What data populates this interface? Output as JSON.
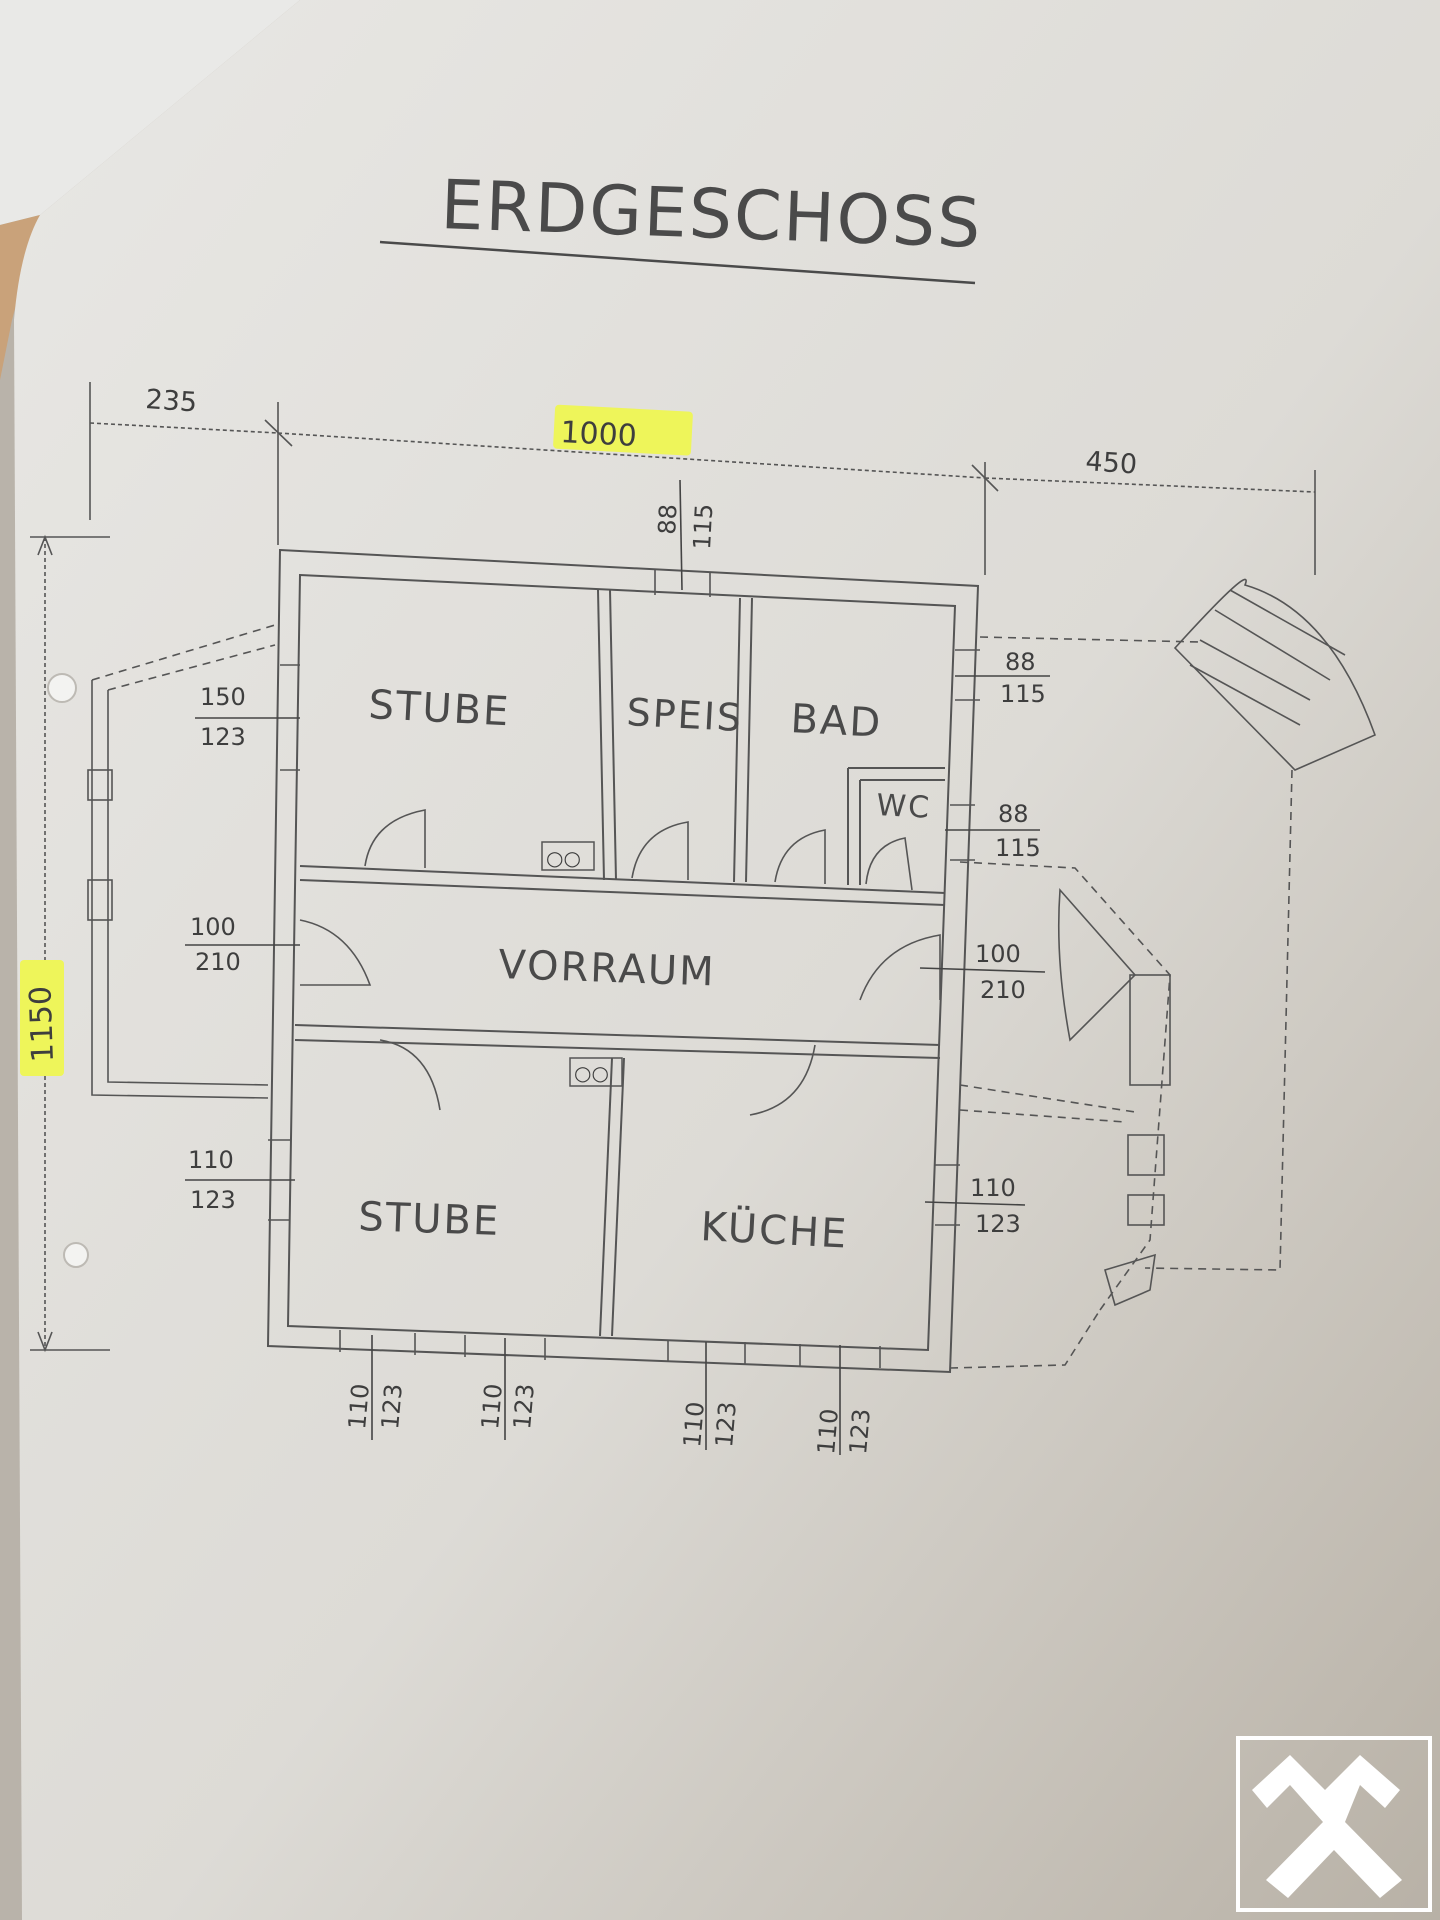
{
  "title": "ERDGESCHOSS",
  "rooms": {
    "stube_top": "STUBE",
    "speis": "SPEIS",
    "bad": "BAD",
    "wc": "WC",
    "vorraum": "VORRAUM",
    "stube_bottom": "STUBE",
    "kueche": "KÜCHE"
  },
  "dimensions": {
    "left_offset": "235",
    "width": "1000",
    "right_offset": "450",
    "height": "1150"
  },
  "openings": {
    "top": {
      "num": "88",
      "den": "115"
    },
    "right_bad": {
      "num": "88",
      "den": "115"
    },
    "right_wc": {
      "num": "88",
      "den": "115"
    },
    "right_door": {
      "num": "100",
      "den": "210"
    },
    "right_kueche": {
      "num": "110",
      "den": "123"
    },
    "left_stube": {
      "num": "150",
      "den": "123"
    },
    "left_door": {
      "num": "100",
      "den": "210"
    },
    "left_stube2": {
      "num": "110",
      "den": "123"
    },
    "bottom_1": {
      "num": "110",
      "den": "123"
    },
    "bottom_2": {
      "num": "110",
      "den": "123"
    },
    "bottom_3": {
      "num": "110",
      "den": "123"
    },
    "bottom_4": {
      "num": "110",
      "den": "123"
    }
  },
  "chimney_marks": "○○",
  "colors": {
    "paper": "#e4e2de",
    "highlight": "#eef55a",
    "line": "#555555",
    "logo": "#ffffff"
  }
}
